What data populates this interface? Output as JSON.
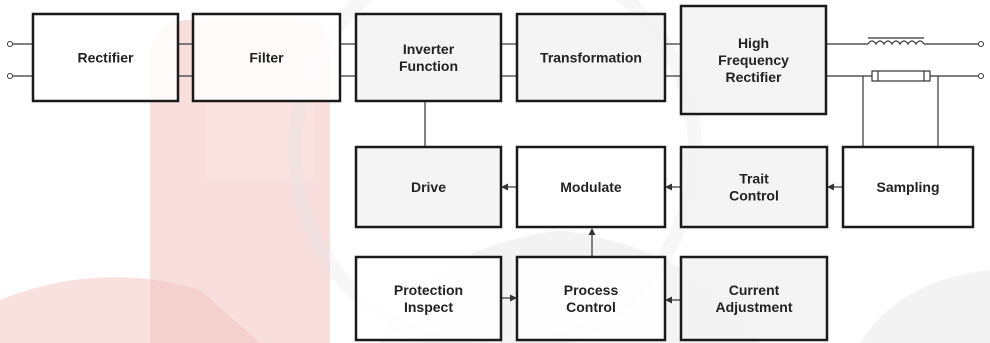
{
  "diagram": {
    "blocks": {
      "rectifier": [
        "Rectifier"
      ],
      "filter": [
        "Filter"
      ],
      "inverter": [
        "Inverter",
        "Function"
      ],
      "transformation": [
        "Transformation"
      ],
      "hf_rectifier": [
        "High",
        "Frequency",
        "Rectifier"
      ],
      "drive": [
        "Drive"
      ],
      "modulate": [
        "Modulate"
      ],
      "trait_control": [
        "Trait",
        "Control"
      ],
      "sampling": [
        "Sampling"
      ],
      "protection": [
        "Protection",
        "Inspect"
      ],
      "process_control": [
        "Process",
        "Control"
      ],
      "current_adjustment": [
        "Current",
        "Adjustment"
      ]
    },
    "colors": {
      "box_fill": "#ffffff",
      "box_fill_shaded": "#f2f2f2",
      "box_stroke": "#1a1a1a",
      "watermark_red": "#e07a72",
      "watermark_gray": "#b8b8b8"
    }
  }
}
